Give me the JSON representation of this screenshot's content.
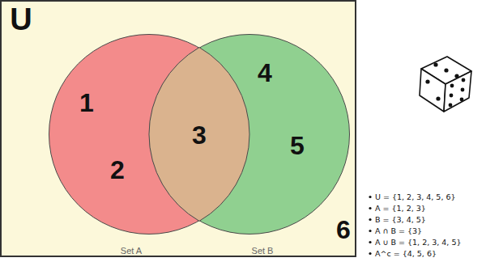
{
  "diagram": {
    "nodes": [
      {
        "text": [
          "U",
          "6"
        ]
      },
      {
        "text": [
          "1",
          "2",
          "Set A"
        ],
        "in": 0
      },
      {
        "text": [
          "4",
          "5",
          "Set B"
        ],
        "in": 0
      },
      {
        "text": [
          "3"
        ],
        "in": 0
      }
    ],
    "labels": [
      "U = {1, 2, 3, 4, 5, 6}",
      "A = {1, 2, 3}",
      "B = {3, 4, 5}",
      "A ∩ B = {3}",
      "A ∪ B = {1, 2, 3, 4, 5}",
      "A^c = {4, 5, 6}"
    ]
  }
}
